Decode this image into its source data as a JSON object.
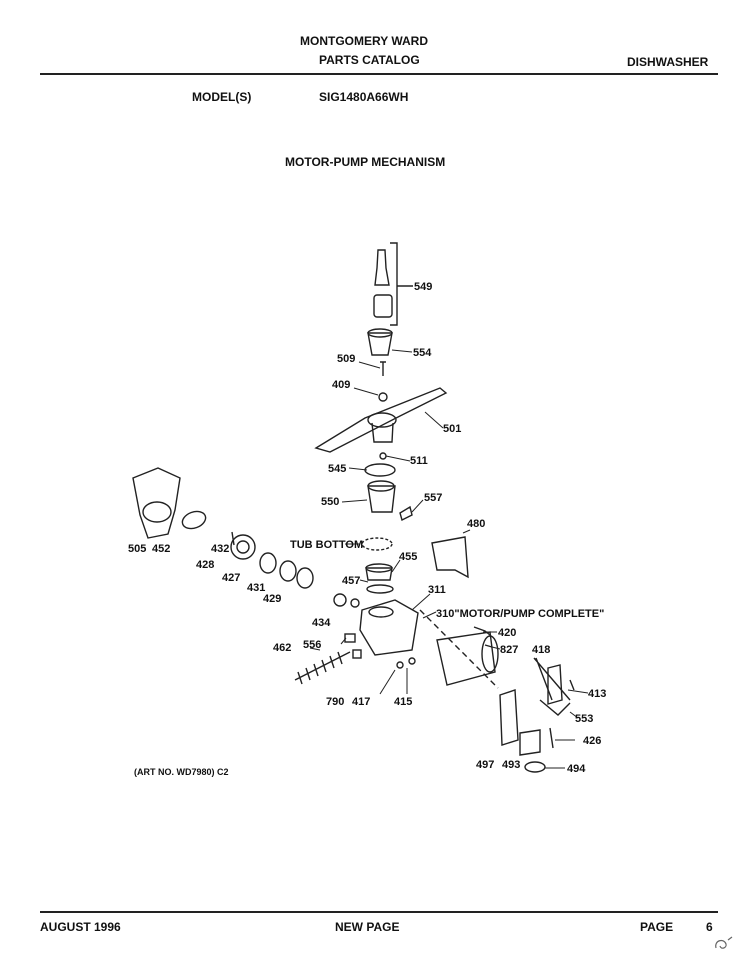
{
  "header": {
    "brand": "MONTGOMERY WARD",
    "catalog": "PARTS CATALOG",
    "category": "DISHWASHER",
    "model_label": "MODEL(S)",
    "model_value": "SIG1480A66WH"
  },
  "section_title": "MOTOR-PUMP MECHANISM",
  "diagram": {
    "callouts": {
      "p549": "549",
      "p554": "554",
      "p509": "509",
      "p409": "409",
      "p501": "501",
      "p545": "545",
      "p511": "511",
      "p550": "550",
      "p557": "557",
      "p480": "480",
      "tub_bottom": "TUB BOTTOM",
      "p455": "455",
      "p457": "457",
      "p311": "311",
      "p310": "310\"MOTOR/PUMP COMPLETE\"",
      "p505": "505",
      "p452": "452",
      "p432": "432",
      "p428": "428",
      "p427": "427",
      "p431": "431",
      "p429": "429",
      "p434": "434",
      "p420": "420",
      "p462": "462",
      "p556": "556",
      "p827": "827",
      "p418": "418",
      "p413": "413",
      "p790": "790",
      "p417": "417",
      "p415": "415",
      "p553": "553",
      "p426": "426",
      "p497": "497",
      "p493": "493",
      "p494": "494"
    },
    "art_no": "(ART NO. WD7980) C2"
  },
  "footer": {
    "date": "AUGUST 1996",
    "status": "NEW PAGE",
    "page_label": "PAGE",
    "page_number": "6"
  }
}
